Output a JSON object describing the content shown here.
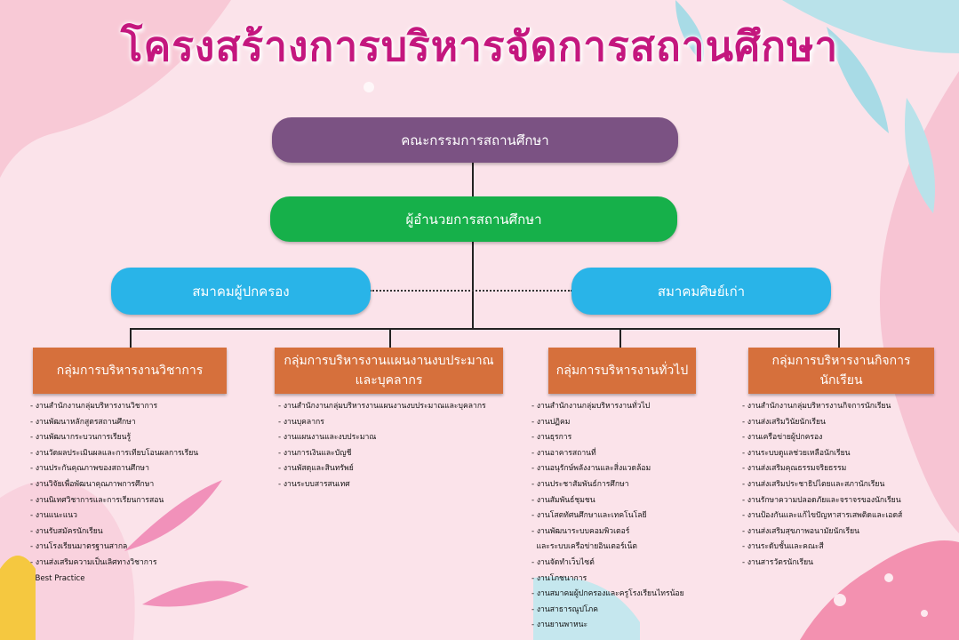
{
  "title": "โครงสร้างการบริหารจัดการสถานศึกษา",
  "colors": {
    "committee": "#7b5283",
    "director": "#16b04a",
    "association": "#29b4e8",
    "department": "#d6703c"
  },
  "committee": "คณะกรรมการสถานศึกษา",
  "director": "ผู้อำนวยการสถานศึกษา",
  "parents_association": "สมาคมผู้ปกครอง",
  "alumni_association": "สมาคมศิษย์เก่า",
  "departments": [
    {
      "name": "กลุ่มการบริหารงานวิชาการ",
      "tasks": [
        "- งานสำนักงานกลุ่มบริหารงานวิชาการ",
        "- งานพัฒนาหลักสูตรสถานศึกษา",
        "- งานพัฒนากระบวนการเรียนรู้",
        "- งานวัดผลประเมินผลและการเทียบโอนผลการเรียน",
        "- งานประกันคุณภาพของสถานศึกษา",
        "- งานวิจัยเพื่อพัฒนาคุณภาพการศึกษา",
        "- งานนิเทศวิชาการและการเรียนการสอน",
        "- งานแนะแนว",
        "- งานรับสมัครนักเรียน",
        "- งานโรงเรียนมาตรฐานสากล",
        "- งานส่งเสริมความเป็นเลิศทางวิชาการ",
        "  Best Practice"
      ]
    },
    {
      "name": "กลุ่มการบริหารงานแผนงานงบประมาณและบุคลากร",
      "tasks": [
        "- งานสำนักงานกลุ่มบริหารงานแผนงานงบประมาณและบุคลากร",
        "- งานบุคลากร",
        "- งานแผนงานและงบประมาณ",
        "- งานการเงินและบัญชี",
        "- งานพัสดุและสินทรัพย์",
        "- งานระบบสารสนเทศ"
      ]
    },
    {
      "name": "กลุ่มการบริหารงานทั่วไป",
      "tasks": [
        "- งานสำนักงานกลุ่มบริหารงานทั่วไป",
        "- งานปฏิคม",
        "- งานธุรการ",
        "- งานอาคารสถานที่",
        "- งานอนุรักษ์พลังงานและสิ่งแวดล้อม",
        "- งานประชาสัมพันธ์การศึกษา",
        "- งานสัมพันธ์ชุมชน",
        "- งานโสตทัศนศึกษาและเทคโนโลยี",
        "- งานพัฒนาระบบคอมพิวเตอร์",
        "  และระบบเครือข่ายอินเตอร์เน็ต",
        "- งานจัดทำเว็บไซต์",
        "- งานโภชนาการ",
        "- งานสมาคมผู้ปกครองและครูโรงเรียนไทรน้อย",
        "- งานสาธารณูปโภค",
        "- งานยานพาหนะ"
      ]
    },
    {
      "name": "กลุ่มการบริหารงานกิจการนักเรียน",
      "tasks": [
        "- งานสำนักงานกลุ่มบริหารงานกิจการนักเรียน",
        "- งานส่งเสริมวินัยนักเรียน",
        "- งานเครือข่ายผู้ปกครอง",
        "- งานระบบดูแลช่วยเหลือนักเรียน",
        "- งานส่งเสริมคุณธรรมจริยธรรม",
        "- งานส่งเสริมประชาธิปไตยและสภานักเรียน",
        "- งานรักษาความปลอดภัยและจราจรของนักเรียน",
        "- งานป้องกันและแก้ไขปัญหาสารเสพติดและเอดส์",
        "- งานส่งเสริมสุขภาพอนามัยนักเรียน",
        "- งานระดับชั้นและคณะสี",
        "- งานสารวัตรนักเรียน"
      ]
    }
  ]
}
